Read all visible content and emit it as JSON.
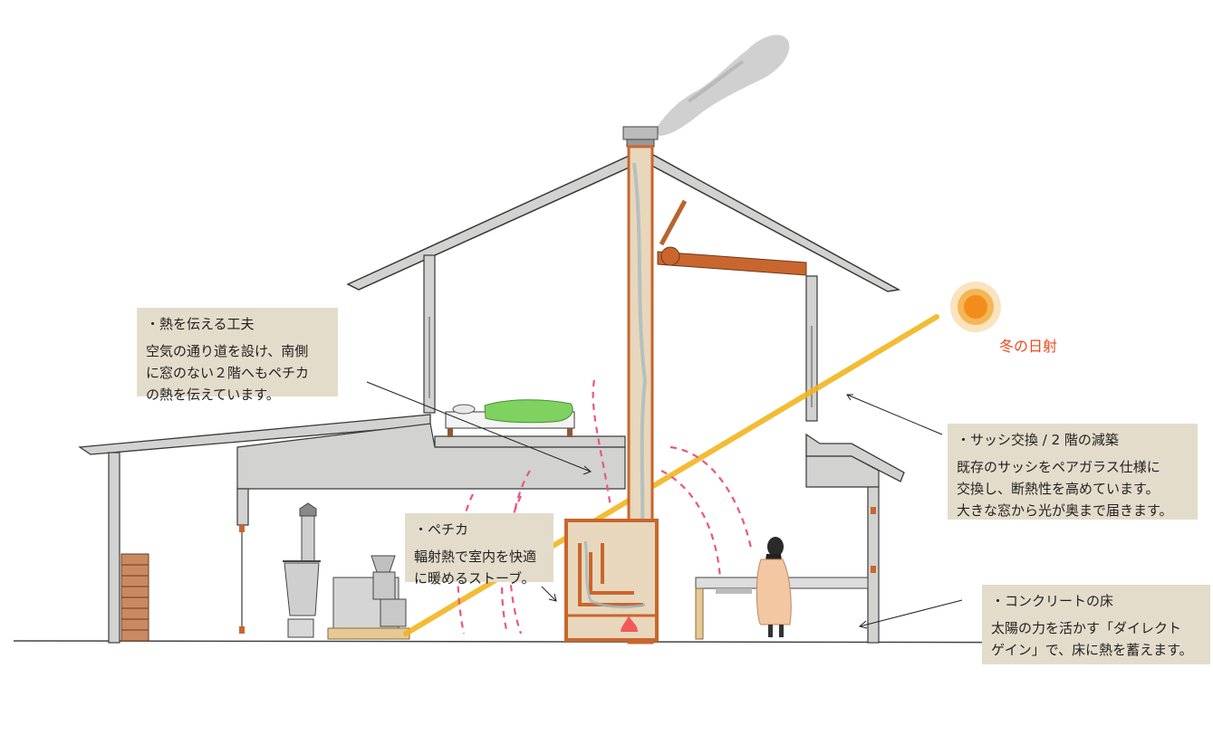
{
  "annotations": {
    "heat_transfer": {
      "heading": "・熱を伝える工夫",
      "body": "空気の通り道を設け、南側\nに窓のない２階へもペチカ\nの熱を伝えています。"
    },
    "sash": {
      "heading": "・サッシ交換 / 2 階の減築",
      "body": "既存のサッシをペアガラス仕様に\n交換し、断熱性を高めています。\n大きな窓から光が奥まで届きます。"
    },
    "pechka": {
      "heading": "・ペチカ",
      "body": "輻射熱で室内を快適\nに暖めるストーブ。"
    },
    "concrete_floor": {
      "heading": "・コンクリートの床",
      "body": "太陽の力を活かす「ダイレクト\nゲイン」で、床に熱を蓄えます。"
    }
  },
  "sun": {
    "label": "冬の日射",
    "color": "#f28c1a",
    "ray_color": "#f2b51f",
    "label_color": "#ee4a20"
  },
  "colors": {
    "wall": "#d2d2d0",
    "outline": "#3a3a3a",
    "brick": "#c9662d",
    "heat_wave": "#e8587e",
    "futon": "#7fd160",
    "beam": "#b8642e",
    "annotation_bg": "#e4dccb"
  }
}
